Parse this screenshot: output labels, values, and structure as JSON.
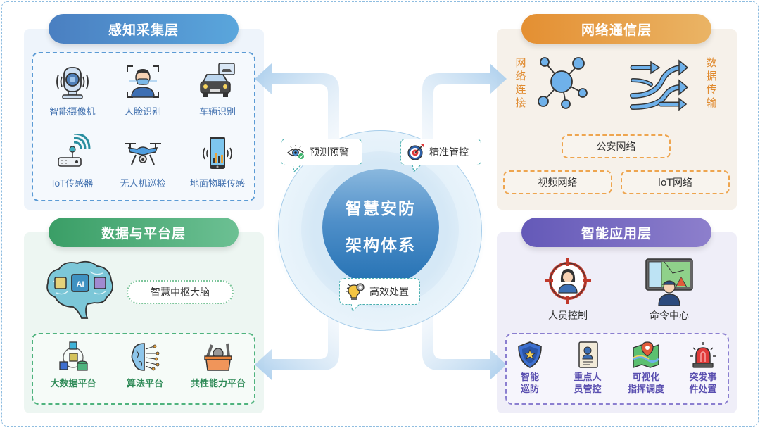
{
  "center": {
    "title_line1": "智慧安防",
    "title_line2": "架构体系"
  },
  "bubbles": [
    {
      "label": "预测预警",
      "icon": "eye-check-icon"
    },
    {
      "label": "精准管控",
      "icon": "target-dart-icon"
    },
    {
      "label": "高效处置",
      "icon": "lightbulb-gear-icon"
    }
  ],
  "layers": {
    "perception": {
      "title": "感知采集层",
      "color": "#4a7fc1",
      "items": [
        {
          "label": "智能摄像机",
          "icon": "smart-camera-icon"
        },
        {
          "label": "人脸识别",
          "icon": "face-recognition-icon"
        },
        {
          "label": "车辆识别",
          "icon": "vehicle-recognition-icon"
        },
        {
          "label": "loT传感器",
          "icon": "iot-sensor-icon"
        },
        {
          "label": "无人机巡检",
          "icon": "drone-icon"
        },
        {
          "label": "地面物联传感",
          "icon": "ground-iot-phone-icon"
        }
      ]
    },
    "network": {
      "title": "网络通信层",
      "color": "#e48f32",
      "left_vertical": "网络连接",
      "right_vertical": "数据传输",
      "chips": [
        "公安网络",
        "视频网络",
        "loT网络"
      ]
    },
    "data_platform": {
      "title": "数据与平台层",
      "color": "#3a9e66",
      "brain_label": "智慧中枢大脑",
      "items": [
        {
          "label": "大数据平台",
          "icon": "big-data-cubes-icon"
        },
        {
          "label": "算法平台",
          "icon": "algorithm-brain-icon"
        },
        {
          "label": "共性能力平台",
          "icon": "toolbox-icon"
        }
      ]
    },
    "application": {
      "title": "智能应用层",
      "color": "#6459b8",
      "top_items": [
        {
          "label": "人员控制",
          "icon": "person-target-icon"
        },
        {
          "label": "命令中心",
          "icon": "command-center-icon"
        }
      ],
      "items": [
        {
          "line1": "智能",
          "line2": "巡防",
          "icon": "police-shield-icon"
        },
        {
          "line1": "重点人",
          "line2": "员管控",
          "icon": "id-card-icon"
        },
        {
          "line1": "可视化",
          "line2": "指挥调度",
          "icon": "map-pin-icon"
        },
        {
          "line1": "突发事",
          "line2": "件处置",
          "icon": "alarm-siren-icon"
        }
      ]
    }
  }
}
